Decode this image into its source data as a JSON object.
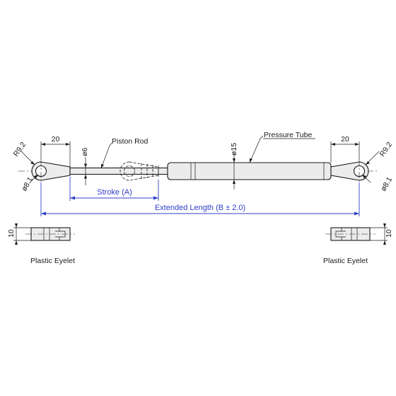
{
  "labels": {
    "radius_left": "R9.2",
    "radius_right": "R9.2",
    "eye_dia_left": "ø8.1",
    "eye_dia_right": "ø8.1",
    "eye_len_left": "20",
    "eye_len_right": "20",
    "rod_dia": "ø6",
    "tube_dia": "ø15",
    "piston_rod": "Piston Rod",
    "pressure_tube": "Pressure Tube",
    "stroke": "Stroke (A)",
    "extended_length": "Extended Length (B ± 2.0)",
    "eyelet_thickness_left": "10",
    "eyelet_thickness_right": "10",
    "plastic_eyelet_left": "Plastic Eyelet",
    "plastic_eyelet_right": "Plastic Eyelet"
  },
  "colors": {
    "line": "#1a1a1a",
    "dimension_blue": "#2f3fc8",
    "fill": "#ececec"
  }
}
